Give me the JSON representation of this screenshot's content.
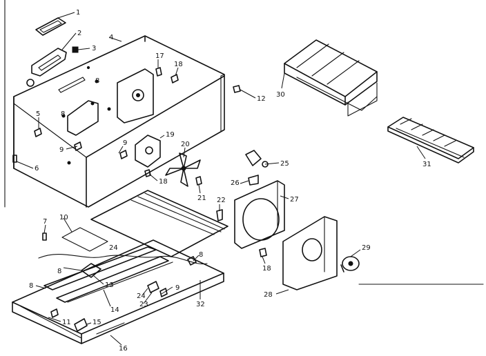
{
  "parts": [
    {
      "id": "p1",
      "label": "1"
    },
    {
      "id": "p2",
      "label": "2"
    },
    {
      "id": "p3",
      "label": "3"
    },
    {
      "id": "p4",
      "label": "4"
    },
    {
      "id": "p5",
      "label": "5"
    },
    {
      "id": "p6",
      "label": "6"
    },
    {
      "id": "p7",
      "label": "7"
    },
    {
      "id": "p8a",
      "label": "8"
    },
    {
      "id": "p8b",
      "label": "8"
    },
    {
      "id": "p8c",
      "label": "8"
    },
    {
      "id": "p8d",
      "label": "8"
    },
    {
      "id": "p8e",
      "label": "8"
    },
    {
      "id": "p9a",
      "label": "9"
    },
    {
      "id": "p9b",
      "label": "9"
    },
    {
      "id": "p9c",
      "label": "9"
    },
    {
      "id": "p10",
      "label": "10"
    },
    {
      "id": "p11",
      "label": "11"
    },
    {
      "id": "p12",
      "label": "12"
    },
    {
      "id": "p13",
      "label": "13"
    },
    {
      "id": "p14",
      "label": "14"
    },
    {
      "id": "p15",
      "label": "15"
    },
    {
      "id": "p16",
      "label": "16"
    },
    {
      "id": "p17",
      "label": "17"
    },
    {
      "id": "p18a",
      "label": "18"
    },
    {
      "id": "p18b",
      "label": "18"
    },
    {
      "id": "p18c",
      "label": "18"
    },
    {
      "id": "p19",
      "label": "19"
    },
    {
      "id": "p20",
      "label": "20"
    },
    {
      "id": "p21",
      "label": "21"
    },
    {
      "id": "p22",
      "label": "22"
    },
    {
      "id": "p23",
      "label": "23"
    },
    {
      "id": "p24a",
      "label": "24"
    },
    {
      "id": "p24b",
      "label": "24"
    },
    {
      "id": "p25",
      "label": "25"
    },
    {
      "id": "p26",
      "label": "26"
    },
    {
      "id": "p27",
      "label": "27"
    },
    {
      "id": "p28",
      "label": "28"
    },
    {
      "id": "p29",
      "label": "29"
    },
    {
      "id": "p30",
      "label": "30"
    },
    {
      "id": "p31",
      "label": "31"
    },
    {
      "id": "p32",
      "label": "32"
    }
  ]
}
